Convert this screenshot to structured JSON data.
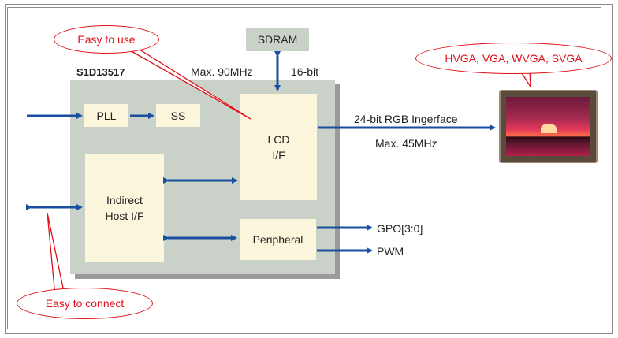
{
  "chip": {
    "name": "S1D13517"
  },
  "blocks": {
    "pll": "PLL",
    "ss": "SS",
    "lcd": "LCD\nI/F",
    "host": "Indirect\nHost I/F",
    "peripheral": "Peripheral"
  },
  "sdram": {
    "label": "SDRAM",
    "freq": "Max. 90MHz",
    "width": "16-bit"
  },
  "output": {
    "rgb": "24-bit RGB Ingerface",
    "rgb_freq": "Max. 45MHz",
    "gpo": "GPO[3:0]",
    "pwm": "PWM"
  },
  "callouts": {
    "easy_use": "Easy to use",
    "easy_connect": "Easy to connect",
    "resolutions": "HVGA, VGA, WVGA, SVGA"
  },
  "colors": {
    "arrow": "#1a4fa0",
    "chip": "#c9d1c9",
    "block": "#fcf7dc",
    "callout": "#e0101a"
  }
}
